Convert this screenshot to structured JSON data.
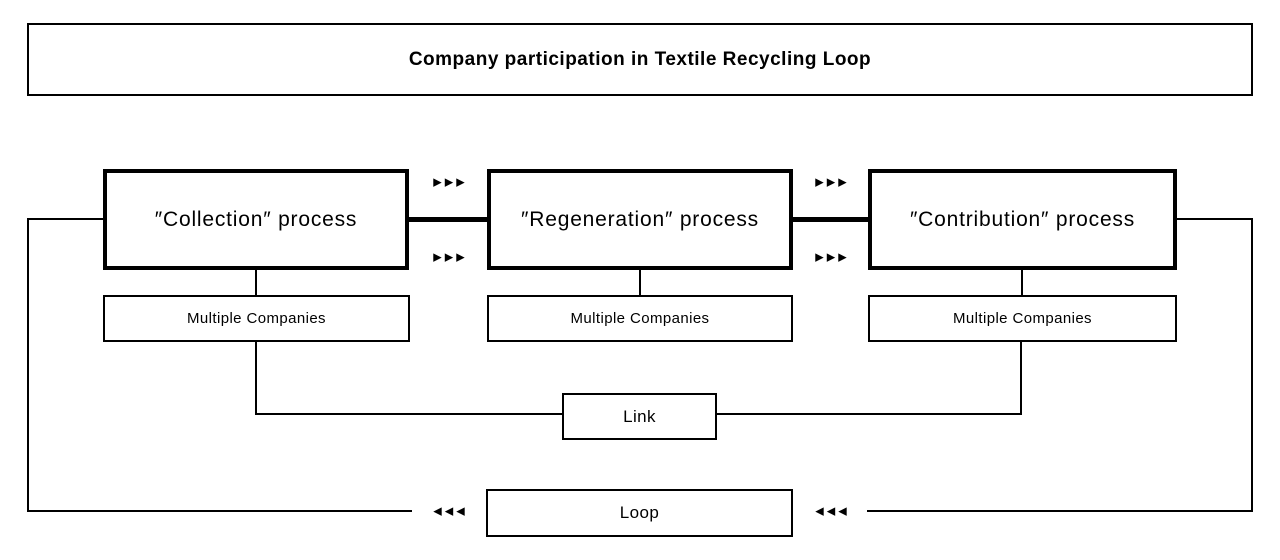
{
  "title": "Company participation in Textile Recycling Loop",
  "diagram": {
    "processes": [
      {
        "label": "″Collection″ process",
        "companies_label": "Multiple Companies"
      },
      {
        "label": "″Regeneration″ process",
        "companies_label": "Multiple Companies"
      },
      {
        "label": "″Contribution″ process",
        "companies_label": "Multiple Companies"
      }
    ],
    "link_label": "Link",
    "loop_label": "Loop",
    "forward_arrow": "▶▶▶",
    "backward_arrow": "◀◀◀",
    "colors": {
      "line": "#000000",
      "background": "#ffffff",
      "text": "#000000"
    }
  }
}
